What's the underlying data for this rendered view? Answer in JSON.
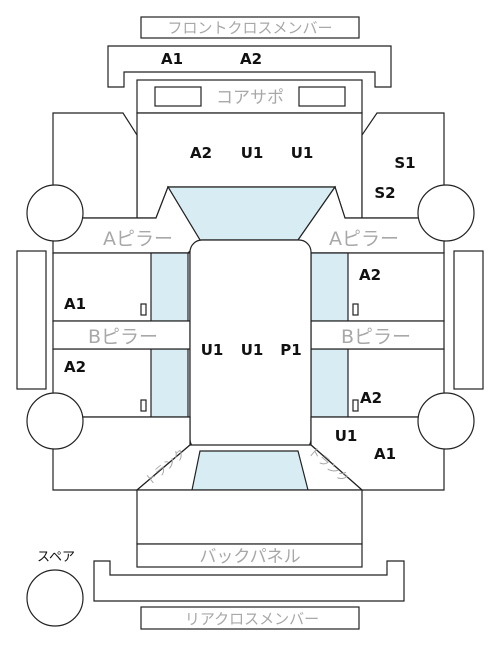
{
  "labels": {
    "front_cross_member": "フロントクロスメンバー",
    "core_support": "コアサポ",
    "a_pillar": "Aピラー",
    "b_pillar": "Bピラー",
    "back_panel": "バックパネル",
    "rear_cross_member": "リアクロスメンバー",
    "spare": "スペア",
    "trunk": "トランク"
  },
  "codes": {
    "front_member_left": "A1",
    "front_member_right": "A2",
    "hood_1": "A2",
    "hood_2": "U1",
    "hood_3": "U1",
    "front_right_1": "S1",
    "front_right_2": "S2",
    "left_front_door": "A1",
    "left_rear_door": "A2",
    "roof_1": "U1",
    "roof_2": "U1",
    "roof_3": "P1",
    "right_front_door": "A2",
    "right_rear_door": "A2",
    "rear_right_1": "U1",
    "rear_right_2": "A1"
  },
  "colors": {
    "glass": "#d7ecf3",
    "outline": "#222222",
    "label_gray": "#a8a8a8",
    "code_text": "#111111"
  }
}
